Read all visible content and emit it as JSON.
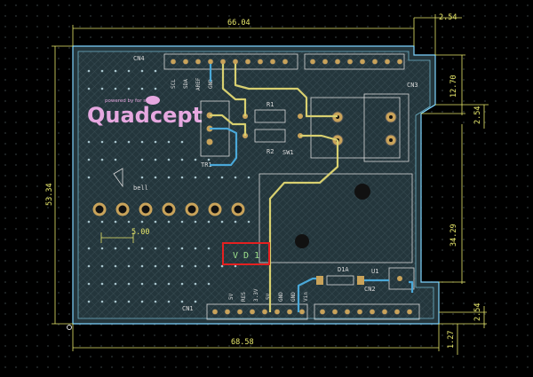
{
  "board": {
    "dims": {
      "top_width": "66.04",
      "top_right_small": "2.54",
      "right_upper": "12.70",
      "right_small": "2.54",
      "right_lower": "34.29",
      "right_bottom": "2.54",
      "bottom_right": "1.27",
      "bottom_width": "68.58",
      "left_height": "53.34",
      "pitch": "5.00"
    },
    "labels": {
      "cn4": "CN4",
      "cn3": "CN3",
      "cn1": "CN1",
      "cn2": "CN2",
      "tr1": "TR1",
      "sw1": "SW1",
      "r1": "R1",
      "r2": "R2",
      "d1a": "D1A",
      "u1": "U1",
      "bell": "bell",
      "cn4_pins": [
        "SCL",
        "SDA",
        "AREF",
        "GND"
      ],
      "cn1_pins": [
        "5V",
        "RES",
        "3.3V",
        "5V",
        "GND",
        "GND",
        "Vin"
      ]
    },
    "logo": {
      "text": "Quadcept",
      "small_text": "powered by     for s and"
    },
    "highlight": {
      "label": "V D 1"
    }
  }
}
